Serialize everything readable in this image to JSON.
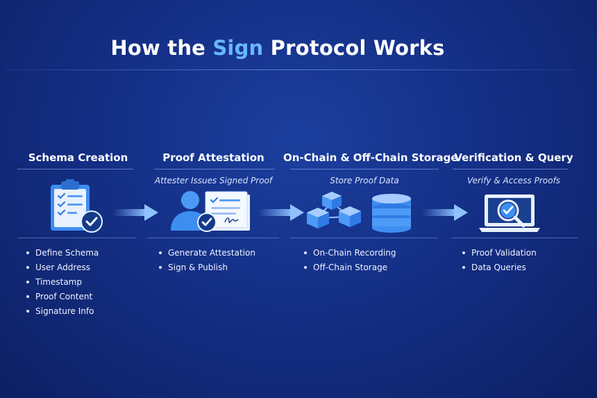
{
  "header": {
    "title_prefix": "How the ",
    "title_accent": "Sign",
    "title_suffix": " Protocol Works"
  },
  "stages": [
    {
      "title": "Schema Creation",
      "subtitle": "",
      "icon": "clipboard-check-icon",
      "items": [
        "Define Schema",
        "User Address",
        "Timestamp",
        "Proof Content",
        "Signature Info"
      ]
    },
    {
      "title": "Proof Attestation",
      "subtitle": "Attester Issues Signed Proof",
      "icon": "attester-document-icon",
      "items": [
        "Generate Attestation",
        "Sign & Publish"
      ]
    },
    {
      "title": "On-Chain & Off-Chain Storage",
      "subtitle": "Store Proof Data",
      "icon": "blocks-database-icon",
      "items": [
        "On-Chain Recording",
        "Off-Chain Storage"
      ]
    },
    {
      "title": "Verification & Query",
      "subtitle": "Verify & Access Proofs",
      "icon": "laptop-verify-icon",
      "items": [
        "Proof Validation",
        "Data Queries"
      ]
    }
  ],
  "colors": {
    "accent": "#69b7ff",
    "icon_blue": "#3d8ef0",
    "icon_light": "#e8f1ff",
    "badge_dark": "#153a8a"
  }
}
